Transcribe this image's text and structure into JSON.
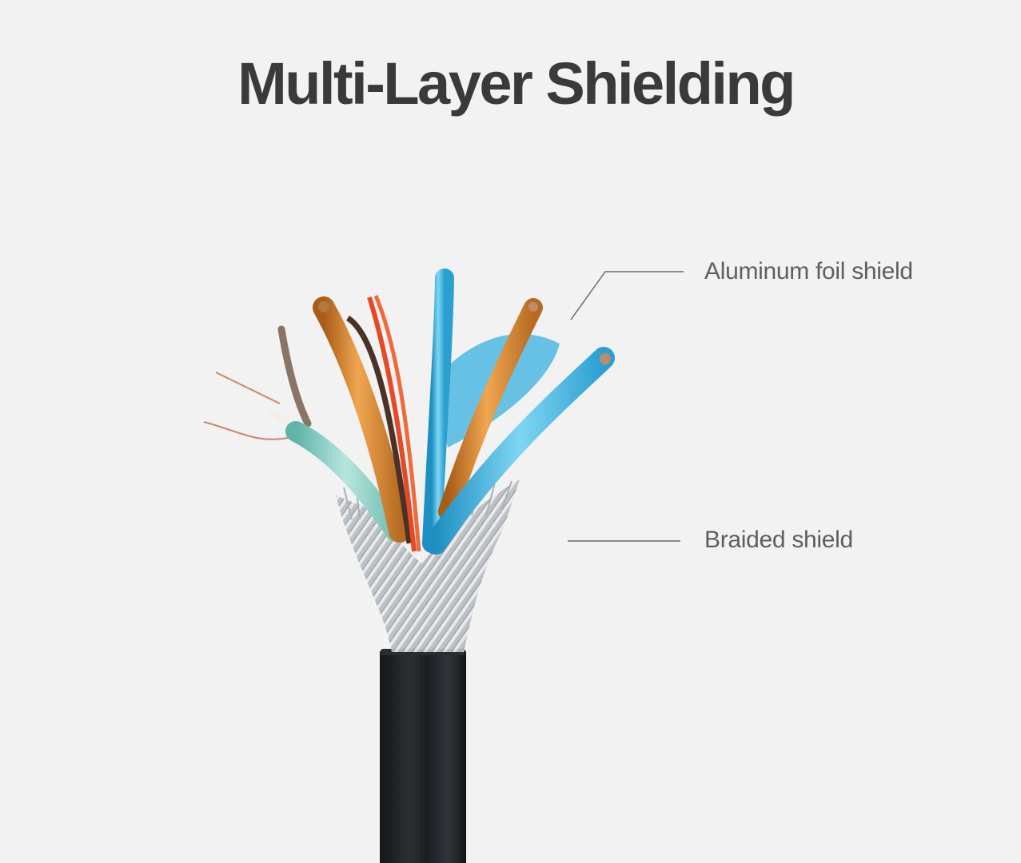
{
  "title": "Multi-Layer Shielding",
  "callouts": [
    {
      "id": "foil",
      "label": "Aluminum foil shield"
    },
    {
      "id": "braid",
      "label": "Braided shield"
    }
  ],
  "colors": {
    "background": "#f2f2f2",
    "title": "#3a3a3a",
    "label": "#5f5f5f",
    "leader_line": "#6a6a6a",
    "jacket": "#1e2124",
    "copper_foil": "#d9892f",
    "blue_foil": "#3fb4e0",
    "teal_foil": "#8fd1c6",
    "red_wire": "#e44a2a",
    "brown_wire": "#4b3226",
    "braid": "#c9cdd1"
  }
}
